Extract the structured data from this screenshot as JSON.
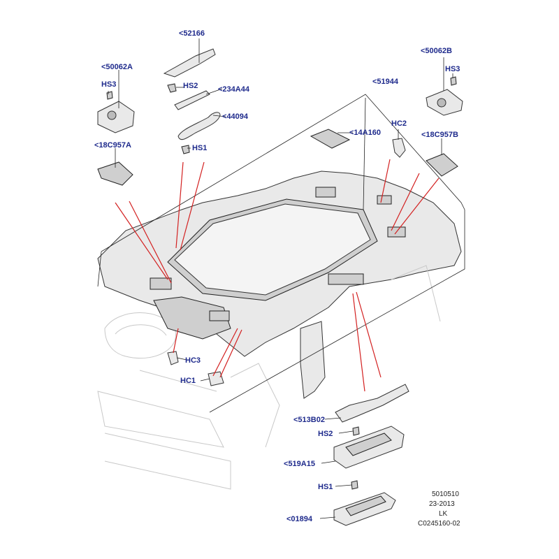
{
  "diagram": {
    "callouts": [
      {
        "id": "c-52166",
        "text": "<52166"
      },
      {
        "id": "c-50062A",
        "text": "<50062A"
      },
      {
        "id": "c-HS3-left",
        "text": "HS3"
      },
      {
        "id": "c-HS2-top",
        "text": "HS2"
      },
      {
        "id": "c-234A44",
        "text": "<234A44"
      },
      {
        "id": "c-44094",
        "text": "<44094"
      },
      {
        "id": "c-HS1-top",
        "text": "HS1"
      },
      {
        "id": "c-18C957A",
        "text": "<18C957A"
      },
      {
        "id": "c-51944",
        "text": "<51944"
      },
      {
        "id": "c-50062B",
        "text": "<50062B"
      },
      {
        "id": "c-HS3-right",
        "text": "HS3"
      },
      {
        "id": "c-14A160",
        "text": "<14A160"
      },
      {
        "id": "c-HC2",
        "text": "HC2"
      },
      {
        "id": "c-18C957B",
        "text": "<18C957B"
      },
      {
        "id": "c-HC3",
        "text": "HC3"
      },
      {
        "id": "c-HC1",
        "text": "HC1"
      },
      {
        "id": "c-513B02",
        "text": "<513B02"
      },
      {
        "id": "c-HS2-bottom",
        "text": "HS2"
      },
      {
        "id": "c-519A15",
        "text": "<519A15"
      },
      {
        "id": "c-HS1-bottom",
        "text": "HS1"
      },
      {
        "id": "c-01894",
        "text": "<01894"
      }
    ],
    "footer": [
      "5010510",
      "23-2013",
      "LK",
      "C0245160-02"
    ]
  },
  "colors": {
    "callout": "#1e2a8c",
    "leader_highlight": "#d32020",
    "line": "#222222"
  }
}
